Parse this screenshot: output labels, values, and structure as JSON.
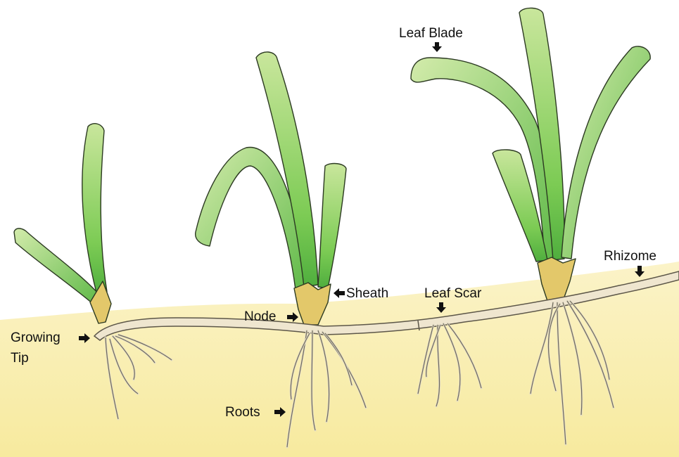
{
  "labels": {
    "leaf_blade": "Leaf Blade",
    "rhizome": "Rhizome",
    "sheath": "Sheath",
    "leaf_scar": "Leaf Scar",
    "node": "Node",
    "growing_tip_line1": "Growing",
    "growing_tip_line2": "Tip",
    "roots": "Roots"
  },
  "colors": {
    "soil": "#f8efb8",
    "leaf_light": "#c6e59a",
    "leaf_dark": "#5cb845",
    "sheath": "#e3c86a",
    "rhizome": "#efe6cf",
    "ink": "#111111"
  }
}
